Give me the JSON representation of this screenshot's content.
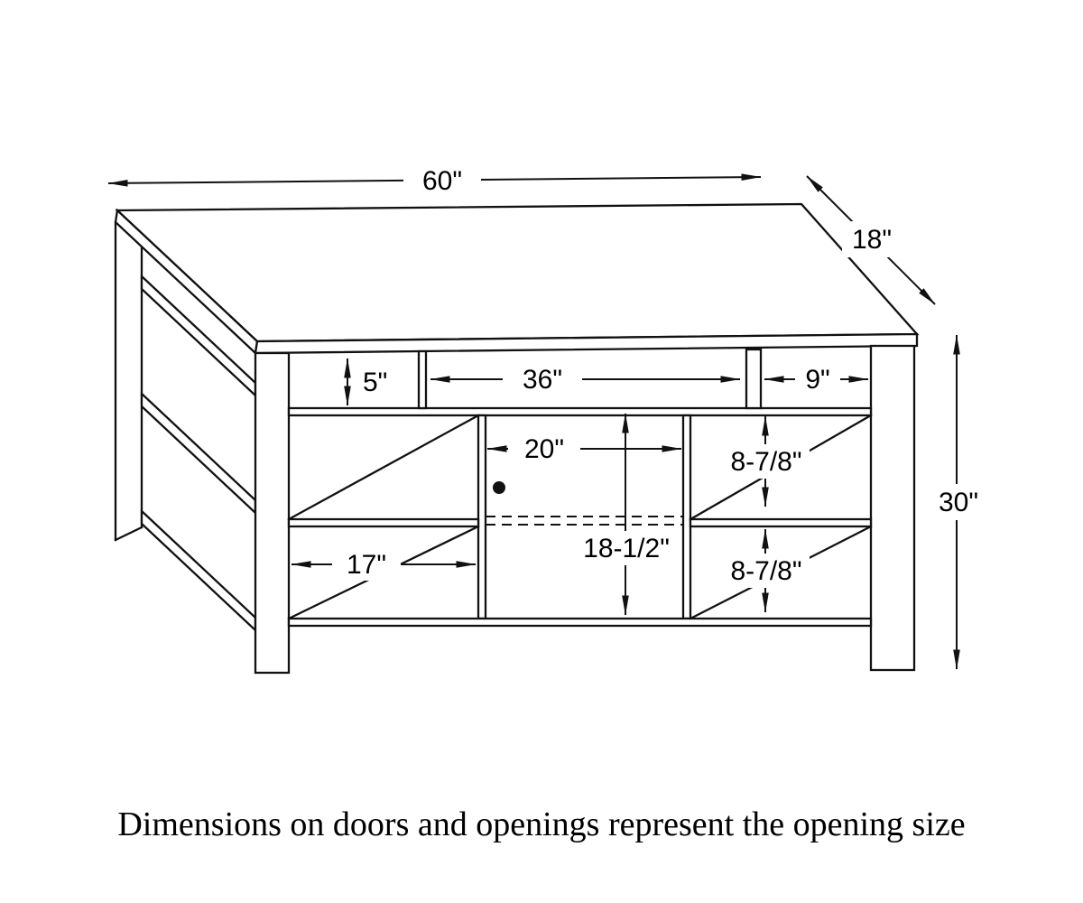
{
  "colors": {
    "line": "#111111",
    "background": "#ffffff"
  },
  "dimensions": {
    "top_width": "60\"",
    "top_depth": "18\"",
    "overall_height": "30\"",
    "top_left_opening_height": "5\"",
    "top_center_opening_width": "36\"",
    "top_right_opening_width": "9\"",
    "door_opening_width": "20\"",
    "right_upper_opening_height": "8-7/8\"",
    "left_shelf_opening_width": "17\"",
    "door_opening_height": "18-1/2\"",
    "right_lower_opening_height": "8-7/8\""
  },
  "caption": "Dimensions on doors and openings represent the opening size"
}
